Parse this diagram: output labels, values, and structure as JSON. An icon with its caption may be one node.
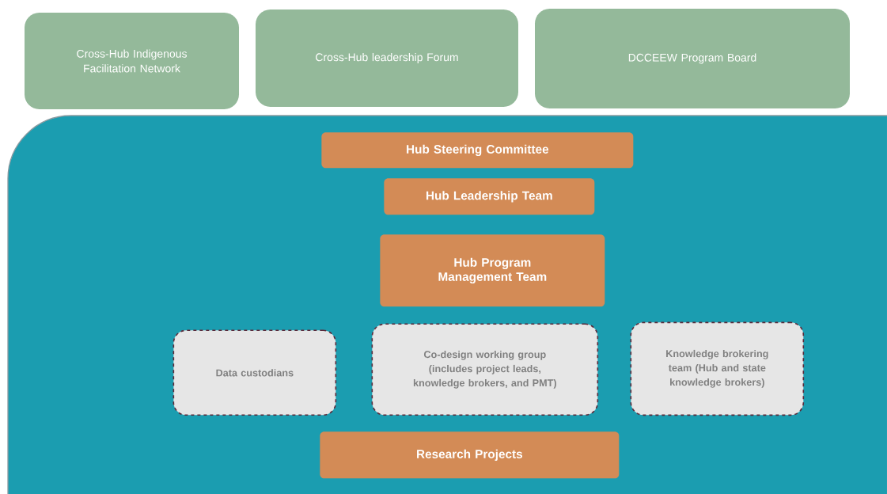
{
  "diagram": {
    "nodes": [
      {
        "text": [
          "Cross-Hub Indigenous Facilitation Network"
        ]
      },
      {
        "text": [
          "Cross-Hub leadership Forum"
        ]
      },
      {
        "text": [
          "DCCEEW Program Board"
        ]
      },
      {
        "text": [],
        "shape": "box"
      },
      {
        "text": [
          "Hub Steering Committee"
        ],
        "in": 3
      },
      {
        "text": [
          "Hub Leadership Team"
        ],
        "in": 3
      },
      {
        "text": [
          "Hub Program Management Team"
        ],
        "in": 3
      },
      {
        "text": [
          "Data custodians"
        ],
        "in": 3
      },
      {
        "text": [
          "Co-design working group (includes project leads, knowledge brokers, and PMT)"
        ],
        "in": 3
      },
      {
        "text": [
          "Knowledge brokering team (Hub and state knowledge brokers)"
        ],
        "in": 3
      },
      {
        "text": [
          "Research Projects"
        ],
        "in": 3
      }
    ]
  }
}
